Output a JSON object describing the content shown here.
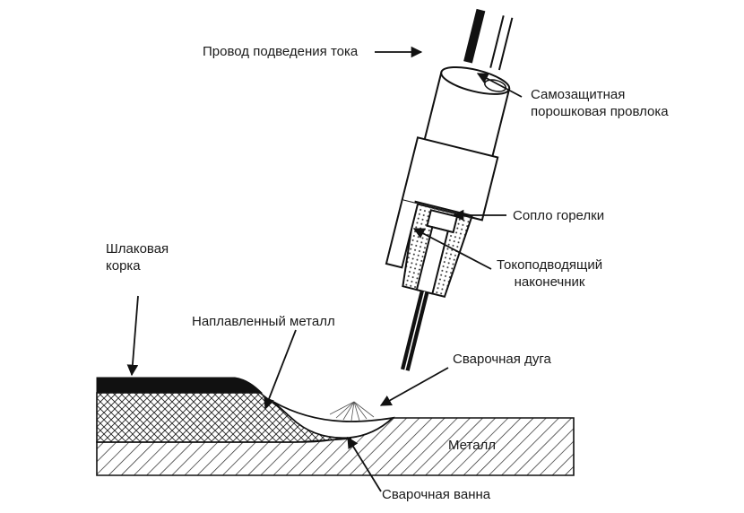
{
  "labels": {
    "power_wire": "Провод подведения тока",
    "flux_wire": [
      "Самозащитная",
      "порошковая провлока"
    ],
    "nozzle": "Сопло горелки",
    "contact_tip": [
      "Токоподводящий",
      "наконечник"
    ],
    "slag": [
      "Шлаковая",
      "корка"
    ],
    "weld_metal": "Наплавленный металл",
    "arc": "Сварочная дуга",
    "base_metal": "Металл",
    "weld_pool": "Сварочная ванна"
  }
}
